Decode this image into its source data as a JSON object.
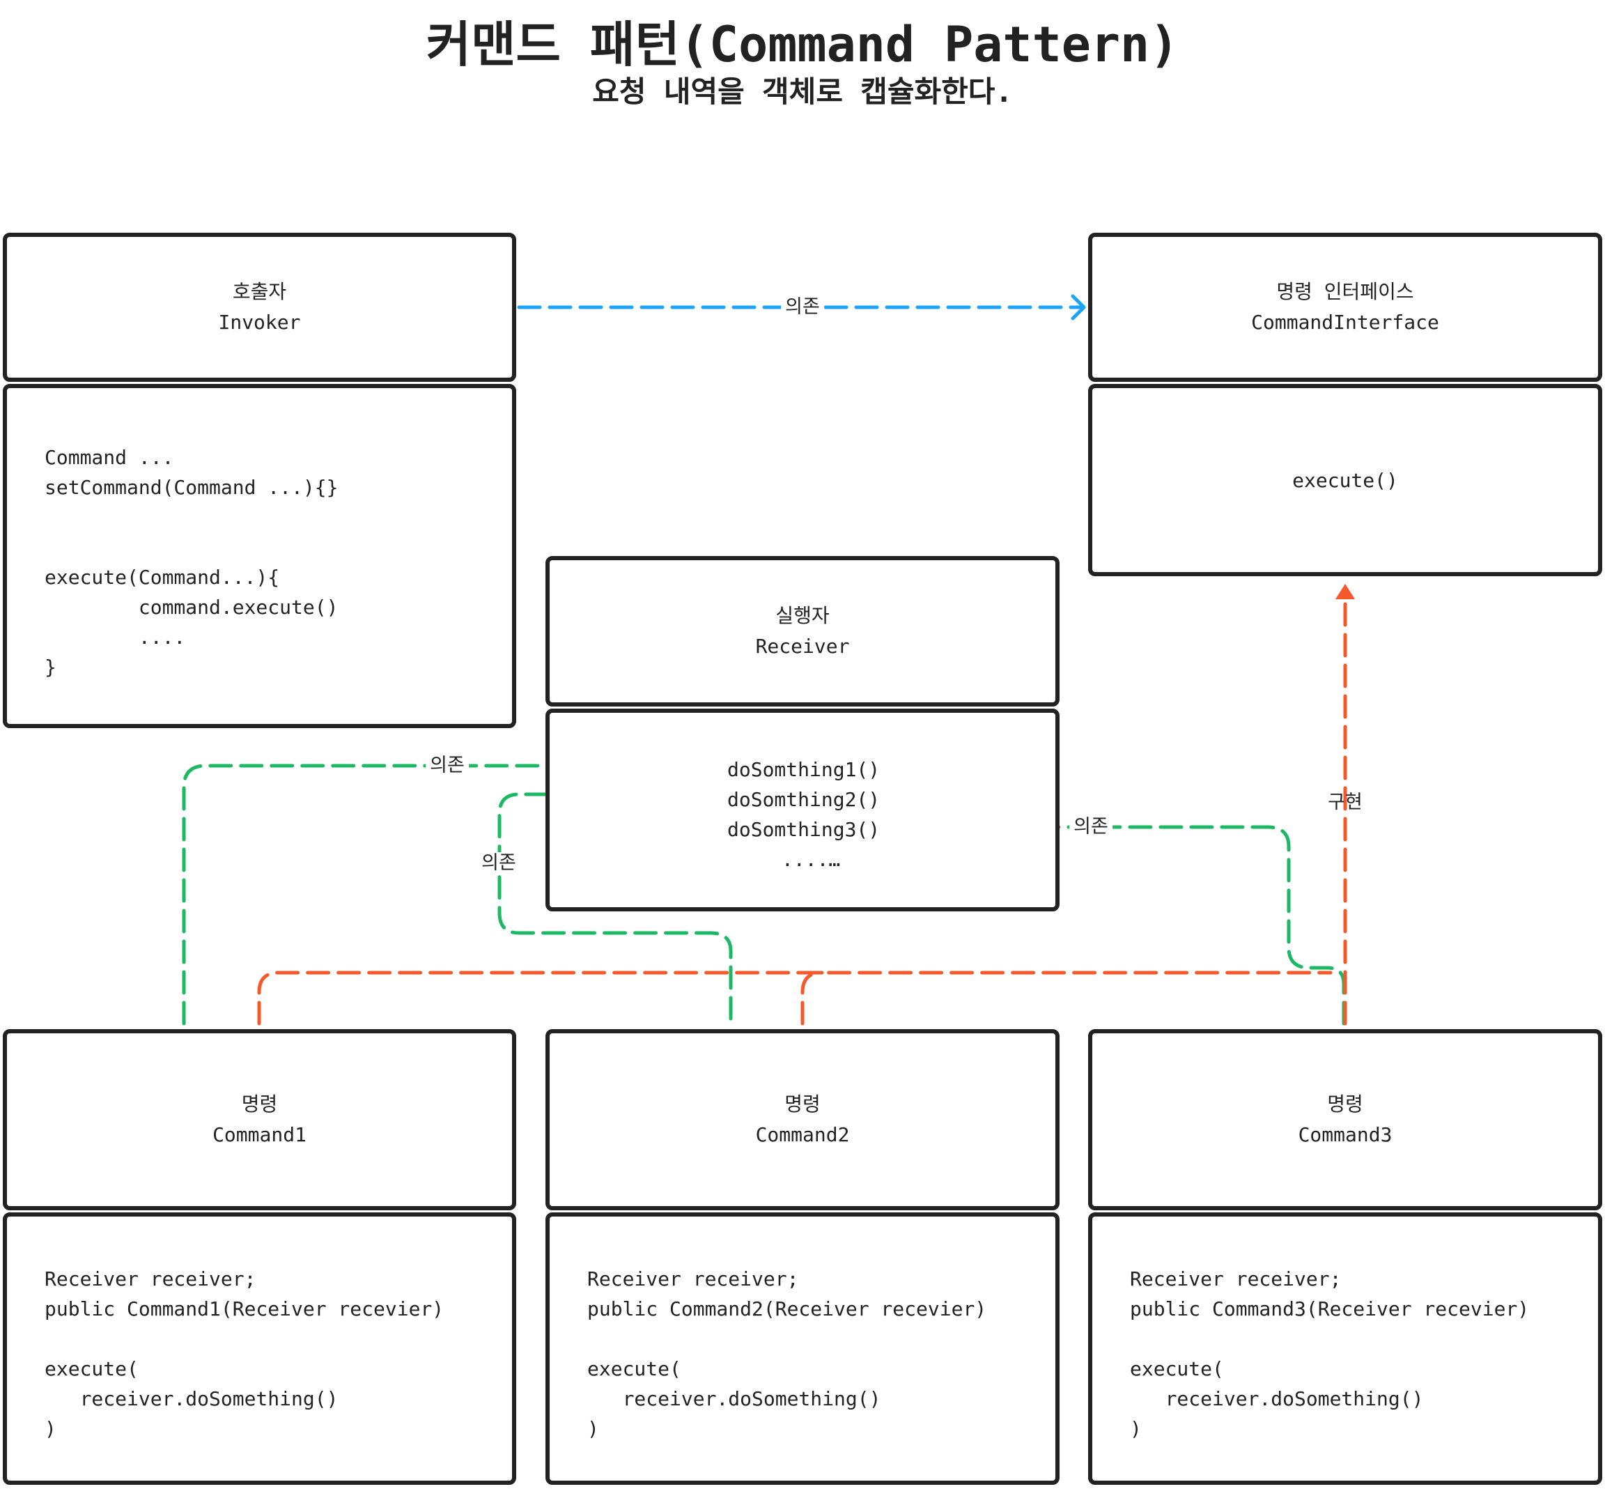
{
  "title": "커맨드 패턴(Command Pattern)",
  "subtitle": "요청 내역을 객체로 캡슐화한다.",
  "colors": {
    "border": "#222222",
    "dependency_blue": "#1aa3ff",
    "dependency_green": "#1db863",
    "implements_orange": "#f5582b"
  },
  "invoker": {
    "name_ko": "호출자",
    "name_en": "Invoker",
    "body": [
      "Command ...",
      "setCommand(Command ...){}",
      "",
      "",
      "execute(Command...){",
      "        command.execute()",
      "        ....",
      "}"
    ]
  },
  "command_interface": {
    "name_ko": "명령 인터페이스",
    "name_en": "CommandInterface",
    "body": [
      "execute()"
    ]
  },
  "receiver": {
    "name_ko": "실행자",
    "name_en": "Receiver",
    "body": [
      "doSomthing1()",
      "doSomthing2()",
      "doSomthing3()",
      "....…"
    ]
  },
  "commands": [
    {
      "name_ko": "명령",
      "name_en": "Command1",
      "body": [
        "Receiver receiver;",
        "public Command1(Receiver recevier)",
        "",
        "execute(",
        "   receiver.doSomething()",
        ")"
      ]
    },
    {
      "name_ko": "명령",
      "name_en": "Command2",
      "body": [
        "Receiver receiver;",
        "public Command2(Receiver recevier)",
        "",
        "execute(",
        "   receiver.doSomething()",
        ")"
      ]
    },
    {
      "name_ko": "명령",
      "name_en": "Command3",
      "body": [
        "Receiver receiver;",
        "public Command3(Receiver recevier)",
        "",
        "execute(",
        "   receiver.doSomething()",
        ")"
      ]
    }
  ],
  "edges": {
    "invoker_to_interface": "의존",
    "command1_to_receiver": "의존",
    "command2_to_receiver": "의존",
    "command3_to_receiver": "의존",
    "commands_implement_interface": "구현"
  }
}
